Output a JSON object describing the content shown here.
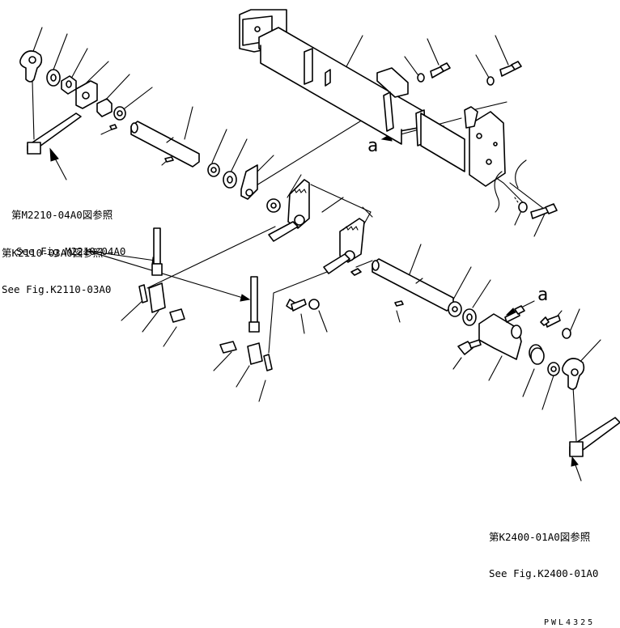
{
  "references": [
    {
      "jp": "第M2210-04A0図参照",
      "en": "See Fig.M2210-04A0"
    },
    {
      "jp": "第K2110-03A0図参照",
      "en": "See Fig.K2110-03A0"
    },
    {
      "jp": "第K2400-01A0図参照",
      "en": "See Fig.K2400-01A0"
    }
  ],
  "marks": {
    "view_a_top": "a",
    "view_a_right": "a"
  },
  "drawing_code": "PWL4325"
}
